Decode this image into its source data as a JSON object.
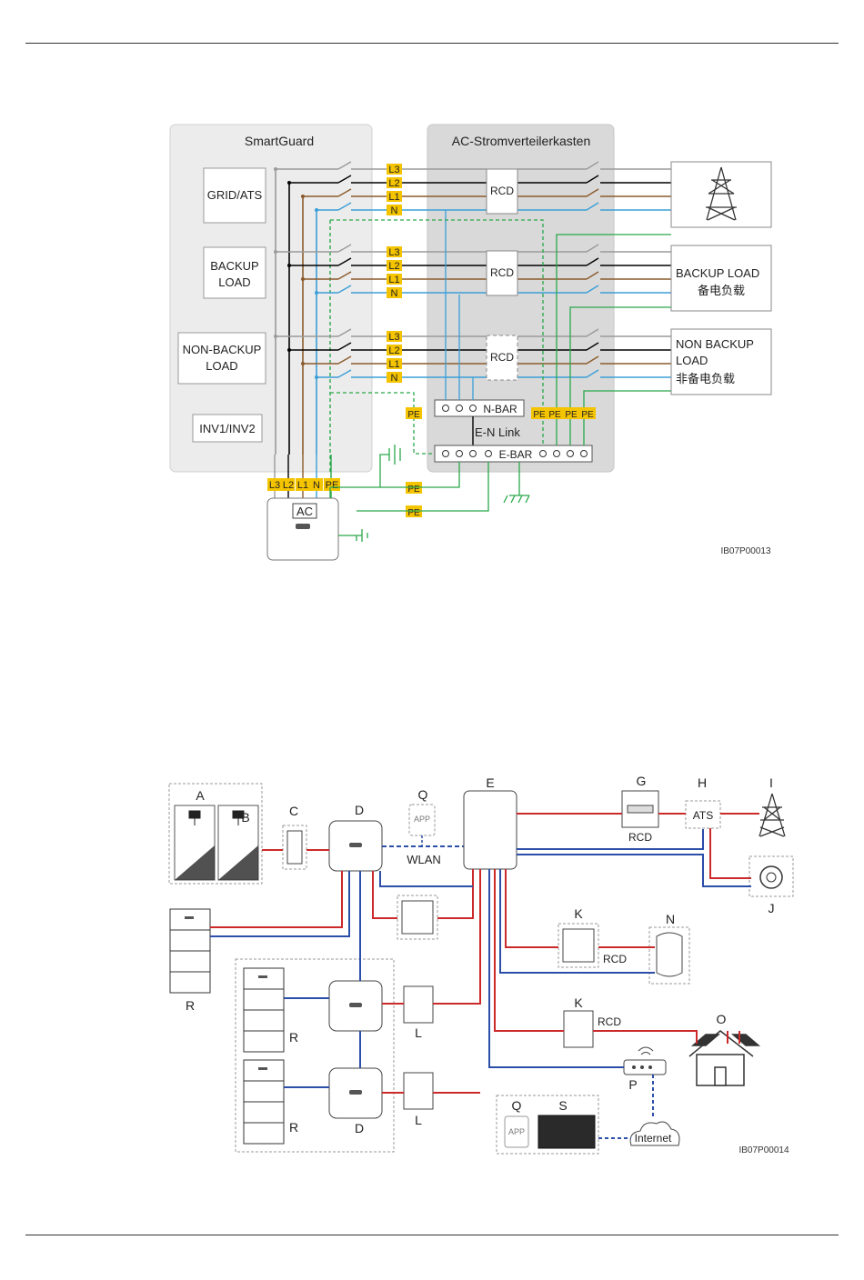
{
  "diagram1": {
    "smartguard_title": "SmartGuard",
    "distribution_box_title": "AC-Stromverteilerkasten",
    "smartguard_ports": [
      {
        "label": "GRID/ATS"
      },
      {
        "label": "BACKUP\nLOAD"
      },
      {
        "label": "NON-BACKUP\nLOAD"
      },
      {
        "label": "INV1/INV2"
      }
    ],
    "phase_tags": [
      "L3",
      "L2",
      "L1",
      "N"
    ],
    "rcd_label": "RCD",
    "nbar_label": "N-BAR",
    "ebar_label": "E-BAR",
    "en_link_label": "E-N Link",
    "pe_label": "PE",
    "inverter_terminals": [
      "L3",
      "L2",
      "L1",
      "N",
      "PE"
    ],
    "inverter_ac_label": "AC",
    "backup_load_label": [
      "BACKUP LOAD",
      "备电负载"
    ],
    "non_backup_load_label": [
      "NON BACKUP",
      "LOAD",
      "非备电负载"
    ],
    "figure_id": "IB07P00013",
    "colors": {
      "L3": "#9a9a9a",
      "L2": "#000000",
      "L1": "#8b5a2b",
      "N": "#3a9fd8",
      "PE": "#2aa84a",
      "tag": "#f5c400",
      "panel": "#ececec",
      "box": "#d8d8d8"
    }
  },
  "diagram2": {
    "labels": {
      "A": "A",
      "B": "B",
      "C": "C",
      "D": "D",
      "E": "E",
      "G": "G",
      "H": "H",
      "I": "I",
      "J": "J",
      "K": "K",
      "L": "L",
      "N": "N",
      "O": "O",
      "P": "P",
      "Q": "Q",
      "R": "R",
      "S": "S"
    },
    "app_label": "APP",
    "wlan_label": "WLAN",
    "rcd_label": "RCD",
    "ats_label": "ATS",
    "internet_label": "Internet",
    "figure_id": "IB07P00014",
    "colors": {
      "ac": "#cc2a2a",
      "dc": "#2b4ea8",
      "comm": "#2b4ea8"
    }
  }
}
